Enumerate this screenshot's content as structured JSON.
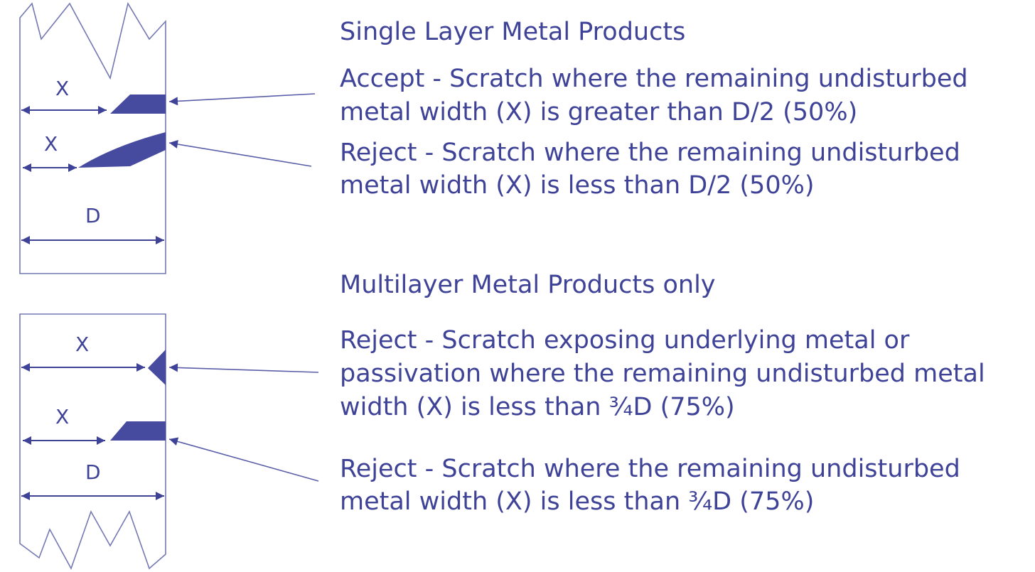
{
  "colors": {
    "ink": "#3f4398",
    "outline": "#7478b3",
    "background": "#ffffff"
  },
  "single_layer": {
    "heading": "Single Layer Metal Products",
    "accept_line1": "Accept - Scratch where the remaining undisturbed",
    "accept_line2": "metal width (X) is greater than D/2 (50%)",
    "reject_line1": "Reject - Scratch where the remaining undisturbed",
    "reject_line2": "metal width (X) is less than D/2 (50%)",
    "labels": {
      "x1": "X",
      "x2": "X",
      "d": "D"
    }
  },
  "multilayer": {
    "heading": "Multilayer Metal Products only",
    "reject1_line1": "Reject - Scratch exposing underlying metal or",
    "reject1_line2": "passivation where the remaining undisturbed metal",
    "reject1_line3": "width (X) is less than ¾D (75%)",
    "reject2_line1": "Reject - Scratch where the remaining undisturbed",
    "reject2_line2": "metal width (X) is less than ¾D (75%)",
    "labels": {
      "x1": "X",
      "x2": "X",
      "d": "D"
    }
  }
}
